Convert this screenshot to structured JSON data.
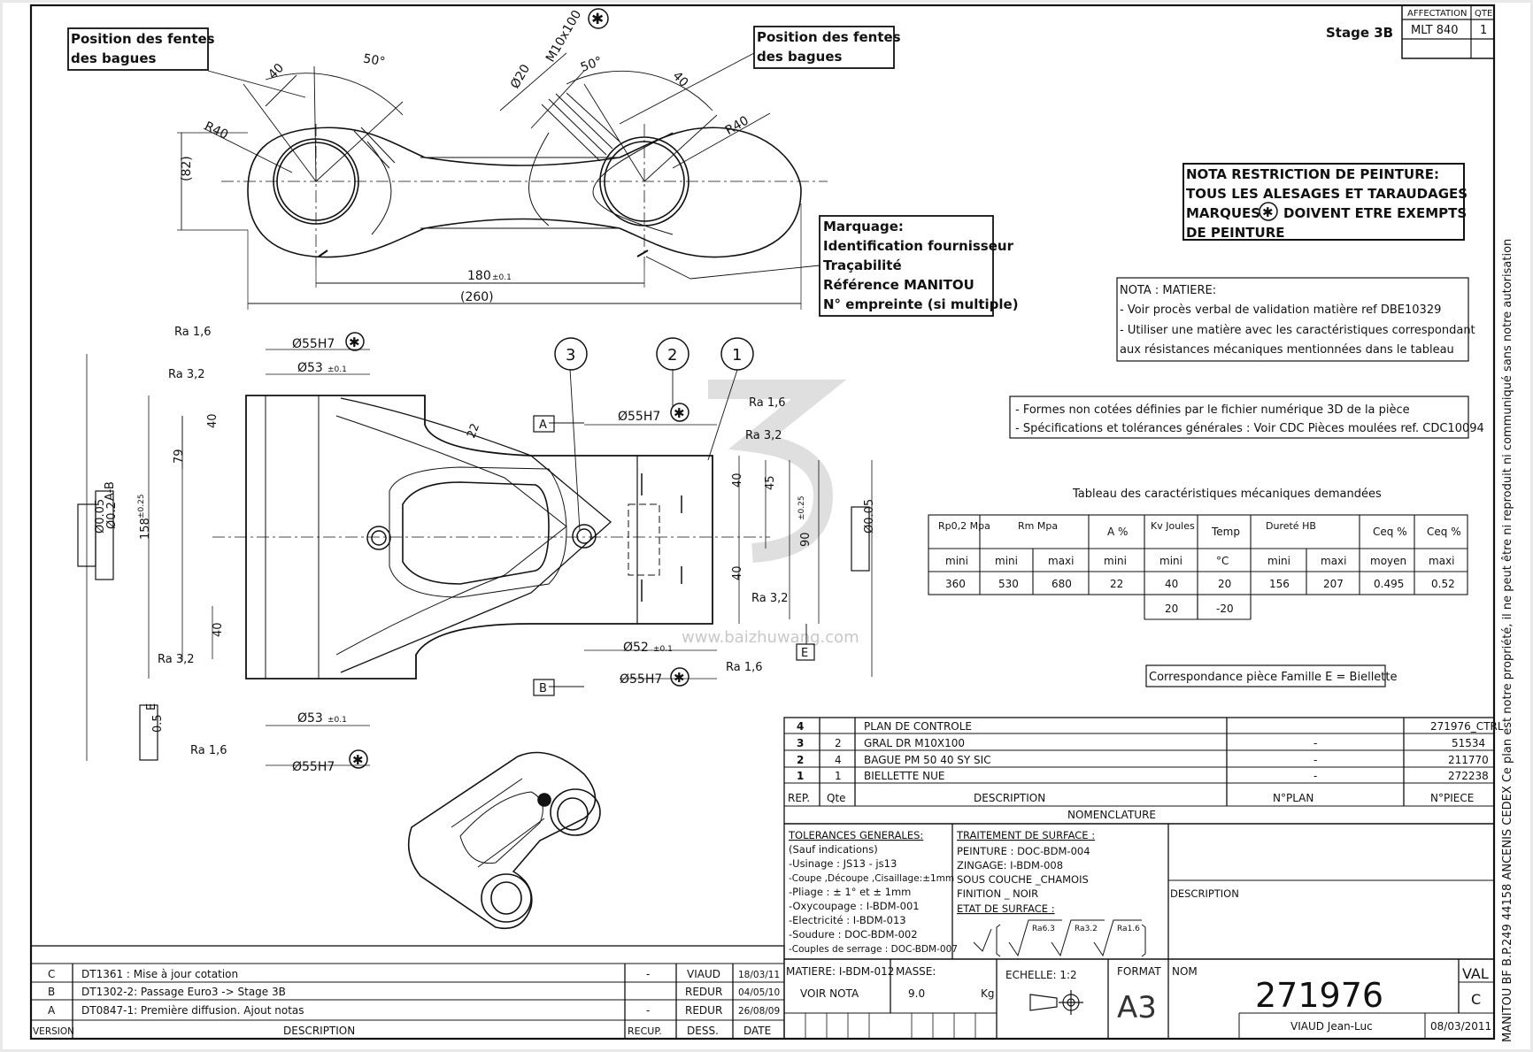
{
  "title_block": {
    "stage": "Stage 3B",
    "affectation_header": "AFFECTATION",
    "qte_header": "QTE",
    "affectation_value": "MLT 840",
    "qte_value": "1",
    "nom_label": "NOM",
    "drawing_number": "271976",
    "val_label": "VAL",
    "val_value": "C",
    "author": "VIAUD Jean-Luc",
    "date": "08/03/2011",
    "matiere_label": "MATIERE: I-BDM-012",
    "matiere_value": "VOIR NOTA",
    "masse_label": "MASSE:",
    "masse_value": "9.0",
    "masse_unit": "Kg",
    "echelle_label": "ECHELLE: 1:2",
    "format_label": "FORMAT",
    "format_value": "A3",
    "description_label": "DESCRIPTION"
  },
  "vertical_note": "MANITOU BF B.P.249 44158 ANCENIS CEDEX Ce plan est notre propriété, il ne peut être ni reproduit ni communiqué sans notre autorisation",
  "callouts": {
    "slots_left": [
      "Position des fentes",
      "des bagues"
    ],
    "slots_right": [
      "Position des fentes",
      "des bagues"
    ],
    "marking": [
      "Marquage:",
      "Identification fournisseur",
      "Traçabilité",
      "Référence MANITOU",
      "N° empreinte (si multiple)"
    ],
    "paint_note": [
      "NOTA RESTRICTION DE PEINTURE:",
      "TOUS LES ALESAGES ET TARAUDAGES",
      "MARQUES",
      "DOIVENT ETRE EXEMPTS",
      "DE PEINTURE"
    ],
    "material_note": [
      "NOTA : MATIERE:",
      "- Voir procès verbal de validation matière ref DBE10329",
      "- Utiliser une matière avec les caractéristiques correspondant",
      "aux résistances mécaniques mentionnées dans le tableau"
    ],
    "forms_note": [
      "- Formes non cotées définies par le fichier numérique 3D de la pièce",
      "- Spécifications et tolérances générales : Voir CDC Pièces moulées ref. CDC10094"
    ],
    "family_note": "Correspondance pièce Famille E = Biellette"
  },
  "dimensions": {
    "d40a": "40",
    "a50a": "50°",
    "d20": "Ø20",
    "m10": "M10x100",
    "a50b": "50°",
    "d40b": "40",
    "r40a": "R40",
    "r40b": "R40",
    "d82": "(82)",
    "d180": "180",
    "tol01": "±0.1",
    "d260": "(260)",
    "ra16": "Ra 1,6",
    "ra32": "Ra 3,2",
    "d55h7": "Ø55H7",
    "d53": "Ø53",
    "d52": "Ø52",
    "d40c": "40",
    "d79": "79",
    "d158": "158",
    "tol025": "±0.25",
    "d22": "22",
    "d45": "45",
    "d90": "90",
    "gdt_circ": "Ø0.05",
    "gdt_par": "Ø0.2",
    "gdt_ref": "A-B",
    "gdt_sym": "0.5",
    "gdt_sym_ref": "E",
    "datum_a": "A",
    "datum_b": "B",
    "datum_e": "E",
    "bubble1": "1",
    "bubble2": "2",
    "bubble3": "3"
  },
  "mech_table": {
    "caption": "Tableau des caractéristiques mécaniques demandées",
    "headers": [
      "Rp0,2 Mpa",
      "Rm Mpa",
      "A %",
      "Kv Joules",
      "Temp",
      "Dureté HB",
      "Ceq %",
      "Ceq %"
    ],
    "subheaders": [
      "mini",
      "mini",
      "maxi",
      "mini",
      "mini",
      "°C",
      "mini",
      "maxi",
      "moyen",
      "maxi"
    ],
    "row1": [
      "360",
      "530",
      "680",
      "22",
      "40",
      "20",
      "156",
      "207",
      "0.495",
      "0.52"
    ],
    "row2": [
      "20",
      "-20"
    ]
  },
  "nomenclature": {
    "title": "NOMENCLATURE",
    "headers": [
      "REP.",
      "Qte",
      "DESCRIPTION",
      "N°PLAN",
      "N°PIECE"
    ],
    "rows": [
      {
        "rep": "4",
        "qte": "",
        "desc": "PLAN DE CONTROLE",
        "plan": "",
        "piece": "271976_CTRL"
      },
      {
        "rep": "3",
        "qte": "2",
        "desc": "GRAL DR M10X100",
        "plan": "-",
        "piece": "51534"
      },
      {
        "rep": "2",
        "qte": "4",
        "desc": "BAGUE PM 50 40 SY SIC",
        "plan": "-",
        "piece": "211770"
      },
      {
        "rep": "1",
        "qte": "1",
        "desc": "BIELLETTE NUE",
        "plan": "-",
        "piece": "272238"
      }
    ]
  },
  "tolerances": {
    "title": "TOLERANCES GENERALES:",
    "lines": [
      "(Sauf indications)",
      "-Usinage : JS13 - js13",
      "-Coupe ,Découpe ,Cisaillage:±1mm",
      "-Pliage : ± 1° et ± 1mm",
      "-Oxycoupage : I-BDM-001",
      "-Electricité : I-BDM-013",
      "-Soudure : DOC-BDM-002",
      "-Couples de serrage : DOC-BDM-007"
    ]
  },
  "surface": {
    "title": "TRAITEMENT DE SURFACE :",
    "lines": [
      "PEINTURE : DOC-BDM-004",
      "ZINGAGE: I-BDM-008",
      "SOUS COUCHE _CHAMOIS",
      "FINITION _ NOIR"
    ],
    "state_title": "ETAT DE SURFACE :",
    "roughness": [
      "Ra6.3",
      "Ra3.2",
      "Ra1.6"
    ]
  },
  "revisions": {
    "rows": [
      {
        "ver": "C",
        "desc": "DT1361 : Mise à jour cotation",
        "recup": "-",
        "dess": "VIAUD",
        "date": "18/03/11"
      },
      {
        "ver": "B",
        "desc": "DT1302-2: Passage Euro3 -> Stage 3B",
        "recup": "",
        "dess": "REDUR",
        "date": "04/05/10"
      },
      {
        "ver": "A",
        "desc": "DT0847-1: Première diffusion. Ajout notas",
        "recup": "-",
        "dess": "REDUR",
        "date": "26/08/09"
      }
    ],
    "headers": [
      "VERSION",
      "DESCRIPTION",
      "RECUP.",
      "DESS.",
      "DATE"
    ]
  },
  "watermark": "www.baizhuwang.com"
}
